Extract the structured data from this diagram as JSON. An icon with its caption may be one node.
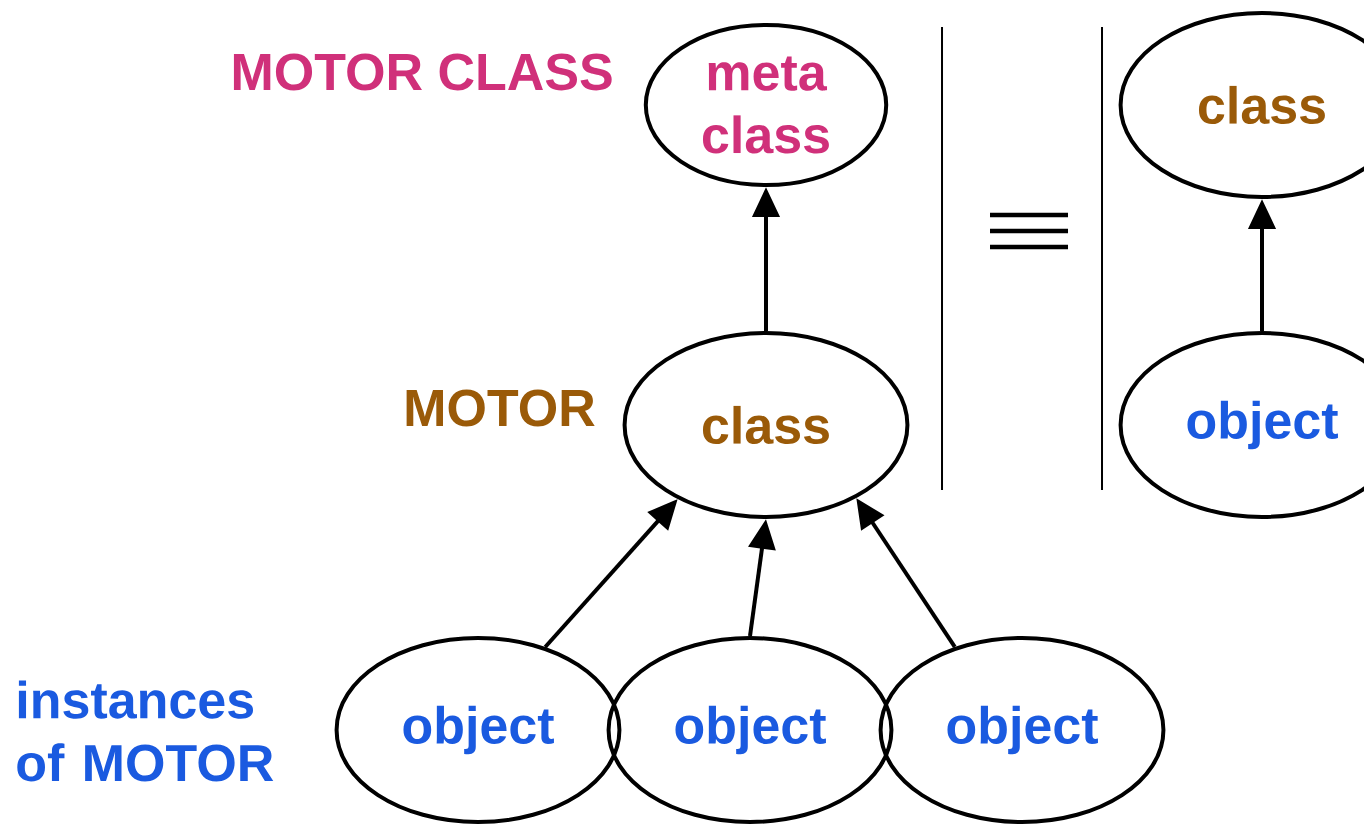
{
  "diagram": {
    "nodes": [
      {
        "text": [
          "meta class"
        ]
      },
      {
        "text": [
          "class"
        ]
      },
      {
        "text": [
          "object"
        ]
      },
      {
        "text": [
          "object"
        ]
      },
      {
        "text": [
          "object"
        ]
      },
      {
        "text": [
          "class"
        ]
      },
      {
        "text": [
          "object"
        ]
      }
    ],
    "edges": [
      {
        "from": 1,
        "to": 0,
        "arrow": "to"
      },
      {
        "from": 2,
        "to": 1,
        "arrow": "to"
      },
      {
        "from": 3,
        "to": 1,
        "arrow": "to"
      },
      {
        "from": 4,
        "to": 1,
        "arrow": "to"
      },
      {
        "from": 6,
        "to": 5,
        "arrow": "to"
      }
    ],
    "labels": [
      "MOTOR CLASS",
      "MOTOR",
      "instances of MOTOR"
    ]
  }
}
